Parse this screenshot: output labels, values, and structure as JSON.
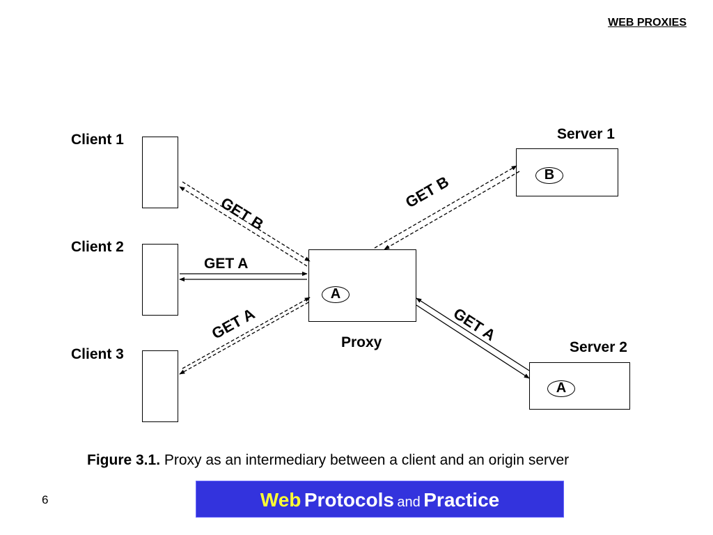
{
  "header": {
    "title": "WEB PROXIES"
  },
  "diagram": {
    "clients": [
      {
        "label": "Client 1"
      },
      {
        "label": "Client 2"
      },
      {
        "label": "Client 3"
      }
    ],
    "proxy": {
      "label": "Proxy",
      "cache_item": "A"
    },
    "servers": [
      {
        "label": "Server 1",
        "resource": "B"
      },
      {
        "label": "Server 2",
        "resource": "A"
      }
    ],
    "requests": {
      "client1_proxy": "GET B",
      "client2_proxy": "GET A",
      "client3_proxy": "GET A",
      "proxy_server1": "GET B",
      "proxy_server2": "GET A"
    }
  },
  "caption": {
    "figure": "Figure 3.1.",
    "text": "Proxy as an intermediary between a client and an origin server"
  },
  "footer": {
    "page_number": "6",
    "banner": {
      "web": "Web",
      "protocols": "Protocols",
      "and": "and",
      "practice": "Practice"
    }
  }
}
